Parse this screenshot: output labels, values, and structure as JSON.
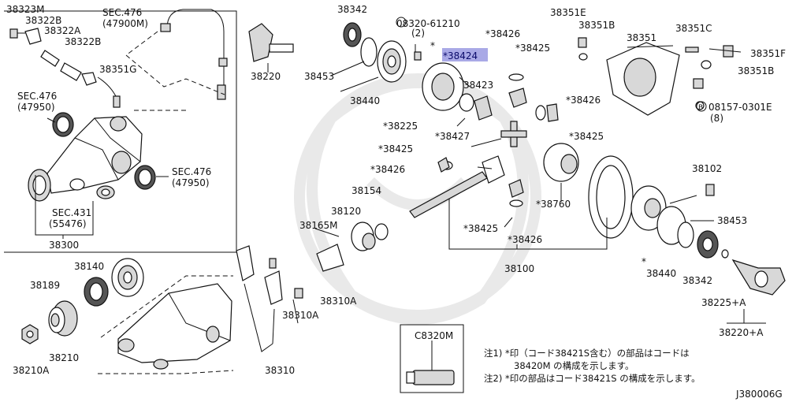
{
  "diagram_code": "J380006G",
  "highlight_color": "#a9a9e6",
  "labels": {
    "l38323M": "38323M",
    "l38322B_1": "38322B",
    "l38322A": "38322A",
    "l38322B_2": "38322B",
    "l38351G": "38351G",
    "sec476_top": "SEC.476",
    "sec476_top_sub": "(47900M)",
    "sec476_left": "SEC.476",
    "sec476_left_sub": "(47950)",
    "sec476_right": "SEC.476",
    "sec476_right_sub": "(47950)",
    "sec431": "SEC.431",
    "sec431_sub": "(55476)",
    "l38300": "38300",
    "l38220": "38220",
    "l38342_top": "38342",
    "l38453_top": "38453",
    "l38440_top": "38440",
    "l08320": "08320-61210",
    "l08320_sub": "(2)",
    "star_top": "*",
    "l38424": "*38424",
    "l38423": "38423",
    "l38426_top": "*38426",
    "l38425_top": "*38425",
    "l38225": "*38225",
    "l38427": "*38427",
    "l38425_2": "*38425",
    "l38426_2": "*38426",
    "l38426_right": "*38426",
    "l38425_right": "*38425",
    "l38351E": "38351E",
    "l38351B_1": "38351B",
    "l38351": "38351",
    "l38351C": "38351C",
    "l38351F": "38351F",
    "l38351B_2": "38351B",
    "l08157": "08157-0301E",
    "l08157_sub": "(8)",
    "l38154": "38154",
    "l38120": "38120",
    "l38165M": "38165M",
    "l38760": "*38760",
    "l38425_mid": "*38425",
    "l38426_mid": "*38426",
    "l38100": "38100",
    "l38102": "38102",
    "l38453_right": "38453",
    "star_right": "*",
    "l38440_right": "38440",
    "l38342_right": "38342",
    "l38225A": "38225+A",
    "l38220A": "38220+A",
    "l38140": "38140",
    "l38189": "38189",
    "l38210": "38210",
    "l38210A": "38210A",
    "l38310A_1": "38310A",
    "l38310A_2": "38310A",
    "l38310": "38310",
    "C8320M": "C8320M"
  },
  "notes": {
    "note1_line1": "注1) *印（コード38421S含む）の部品はコードは",
    "note1_line2": "38420M の構成を示します。",
    "note2": "注2) *印の部品はコード38421S の構成を示します。"
  }
}
